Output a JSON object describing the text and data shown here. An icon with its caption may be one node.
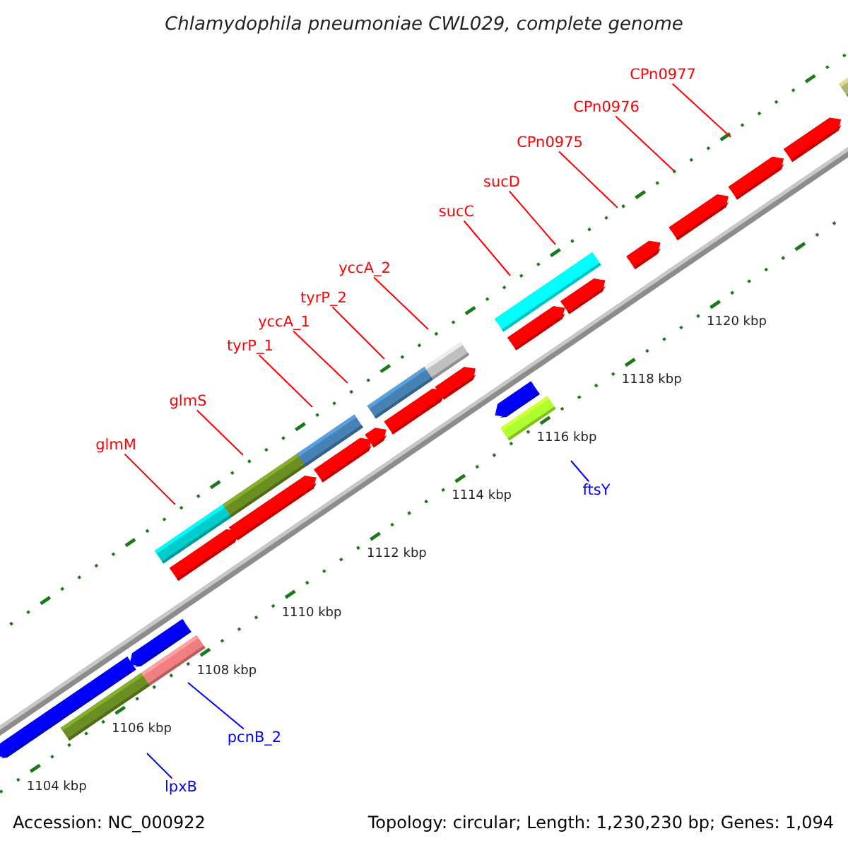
{
  "diagram": {
    "title": "Chlamydophila pneumoniae CWL029, complete genome",
    "nodes": [
      {
        "text": [
          "CPn0977"
        ]
      },
      {
        "text": [
          "CPn0976"
        ]
      },
      {
        "text": [
          "CPn0975"
        ]
      },
      {
        "text": [
          "sucD"
        ]
      },
      {
        "text": [
          "sucC"
        ]
      },
      {
        "text": [
          "yccA_2"
        ]
      },
      {
        "text": [
          "tyrP_2"
        ]
      },
      {
        "text": [
          "yccA_1"
        ]
      },
      {
        "text": [
          "tyrP_1"
        ]
      },
      {
        "text": [
          "glmS"
        ]
      },
      {
        "text": [
          "glmM"
        ]
      },
      {
        "text": [
          "ftsY"
        ]
      },
      {
        "text": [
          "pcnB_2"
        ]
      },
      {
        "text": [
          "lpxB"
        ]
      }
    ],
    "edges": [
      {
        "from": 0,
        "to": null,
        "arrow": "none"
      },
      {
        "from": 1,
        "to": null,
        "arrow": "none"
      },
      {
        "from": 2,
        "to": null,
        "arrow": "none"
      },
      {
        "from": 3,
        "to": null,
        "arrow": "none"
      },
      {
        "from": 4,
        "to": null,
        "arrow": "none"
      },
      {
        "from": 5,
        "to": null,
        "arrow": "none"
      },
      {
        "from": 6,
        "to": null,
        "arrow": "none"
      },
      {
        "from": 7,
        "to": null,
        "arrow": "none"
      },
      {
        "from": 8,
        "to": null,
        "arrow": "none"
      },
      {
        "from": 9,
        "to": null,
        "arrow": "none"
      },
      {
        "from": 10,
        "to": null,
        "arrow": "none"
      },
      {
        "from": 11,
        "to": null,
        "arrow": "none",
        "color": "#0000ff"
      },
      {
        "from": 12,
        "to": null,
        "arrow": "none",
        "color": "#0000ff"
      },
      {
        "from": 13,
        "to": null,
        "arrow": "none",
        "color": "#0000ff"
      }
    ],
    "labels": [
      "1120 kbp",
      "1118 kbp",
      "1116 kbp",
      "1114 kbp",
      "1112 kbp",
      "1110 kbp",
      "1108 kbp",
      "1106 kbp",
      "1104 kbp",
      "Accession: NC_000922",
      "Topology: circular; Length: 1,230,230 bp; Genes: 1,094"
    ]
  }
}
